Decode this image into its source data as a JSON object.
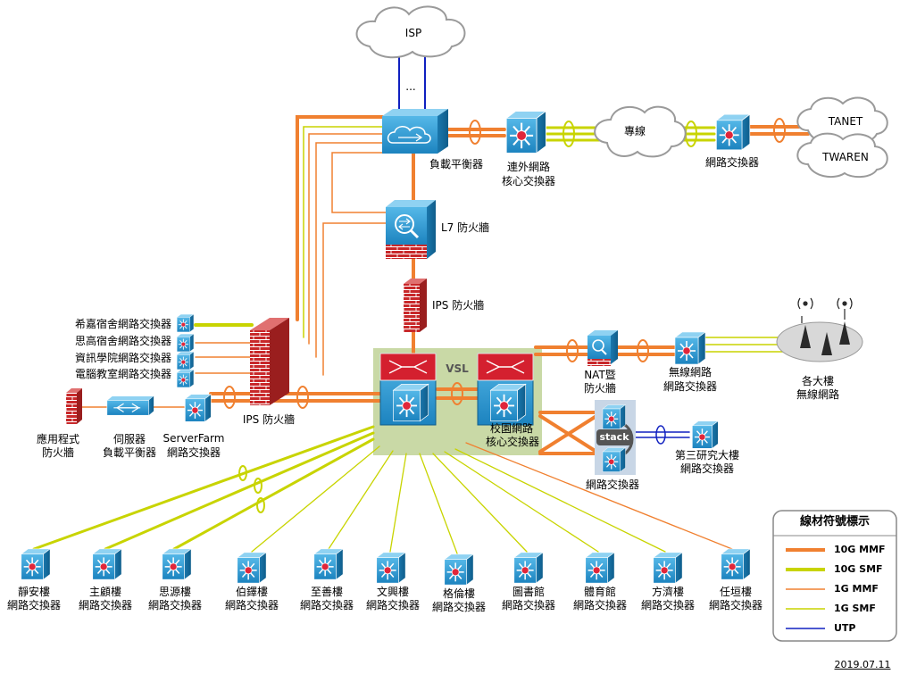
{
  "clouds": {
    "isp": "ISP",
    "isp_more": "...",
    "dedicated_line": "專線",
    "tanet": "TANET",
    "twaren": "TWAREN"
  },
  "devices": {
    "load_balancer": "負載平衡器",
    "external_core": [
      "連外網路",
      "核心交換器"
    ],
    "edge_switch": "網路交換器",
    "l7_firewall": "L7 防火牆",
    "ips_firewall_top": "IPS 防火牆",
    "ips_firewall_left": "IPS 防火牆",
    "vsl": "VSL",
    "campus_core": [
      "校園網路",
      "核心交換器"
    ],
    "nat_firewall": [
      "NAT暨",
      "防火牆"
    ],
    "wireless_switch": [
      "無線網路",
      "網路交換器"
    ],
    "wireless_bldg": [
      "各大樓",
      "無線網路"
    ],
    "stack": "stack",
    "stack_switch": "網路交換器",
    "research_switch": [
      "第三研究大樓",
      "網路交換器"
    ],
    "app_firewall": [
      "應用程式",
      "防火牆"
    ],
    "server_lb": [
      "伺服器",
      "負載平衡器"
    ],
    "serverfarm_switch": [
      "ServerFarm",
      "網路交換器"
    ]
  },
  "dorm_switches": [
    "希嘉宿舍網路交換器",
    "思高宿舍網路交換器",
    "資訊學院網路交換器",
    "電腦教室網路交換器"
  ],
  "building_switches": [
    {
      "name": "靜安樓",
      "sub": "網路交換器"
    },
    {
      "name": "主顧樓",
      "sub": "網路交換器"
    },
    {
      "name": "思源樓",
      "sub": "網路交換器"
    },
    {
      "name": "伯鐸樓",
      "sub": "網路交換器"
    },
    {
      "name": "至善樓",
      "sub": "網路交換器"
    },
    {
      "name": "文興樓",
      "sub": "網路交換器"
    },
    {
      "name": "格倫樓",
      "sub": "網路交換器"
    },
    {
      "name": "圖書館",
      "sub": "網路交換器"
    },
    {
      "name": "體育館",
      "sub": "網路交換器"
    },
    {
      "name": "方濟樓",
      "sub": "網路交換器"
    },
    {
      "name": "任垣樓",
      "sub": "網路交換器"
    }
  ],
  "legend": {
    "title": "線材符號標示",
    "items": [
      {
        "label": "10G MMF",
        "color": "#f08030",
        "weight": "thick"
      },
      {
        "label": "10G SMF",
        "color": "#c8d400",
        "weight": "thick"
      },
      {
        "label": "1G MMF",
        "color": "#f08030",
        "weight": "thin"
      },
      {
        "label": "1G SMF",
        "color": "#c8d400",
        "weight": "thin"
      },
      {
        "label": "UTP",
        "color": "#1020c0",
        "weight": "thin"
      }
    ]
  },
  "date": "2019.07.11",
  "colors": {
    "mmf": "#f08030",
    "smf": "#c8d400",
    "utp": "#1020c0",
    "device": "#2a9fd6",
    "firewall": "#c8282a",
    "core_area": "#c9d9a6"
  }
}
